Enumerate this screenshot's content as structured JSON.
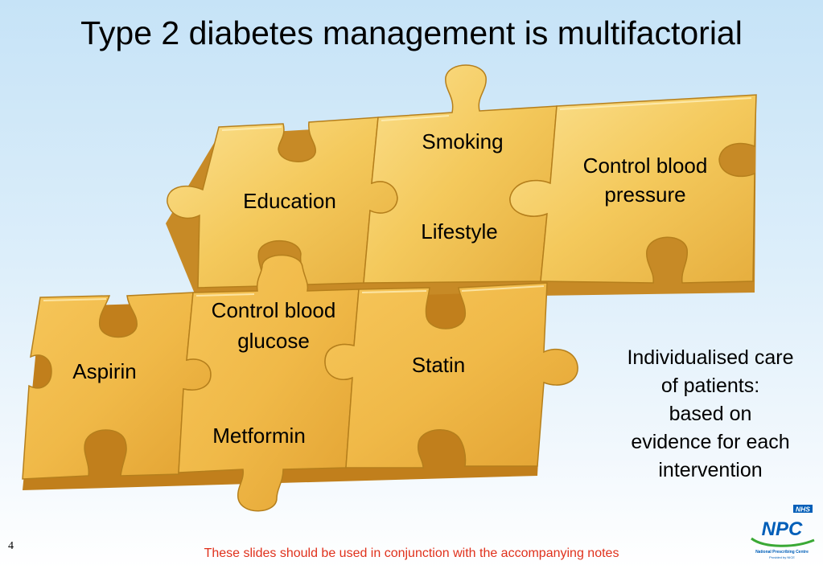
{
  "slide": {
    "title": "Type 2 diabetes management is multifactorial",
    "page_number": "4",
    "footer_note": "These slides should be used in conjunction with the accompanying notes"
  },
  "puzzle": {
    "pieces": [
      "Smoking",
      "Lifestyle",
      "Control blood",
      "pressure",
      "Education",
      "Control blood",
      "glucose",
      "Aspirin",
      "Statin",
      "Metformin"
    ]
  },
  "side_note": {
    "lines": [
      "Individualised care",
      "of patients:",
      "based on",
      "evidence for each",
      "intervention"
    ]
  },
  "logo": {
    "badge": "NHS",
    "name": "NPC",
    "org": "National Prescribing Centre",
    "provided": "Provided by NICE"
  },
  "colors": {
    "piece_light": "#f7cf6c",
    "piece_dark": "#e6a93a",
    "piece_edge": "#b57f1c",
    "footer_text": "#e0311c",
    "nhs_blue": "#005eb8",
    "npc_green": "#3aa935"
  }
}
